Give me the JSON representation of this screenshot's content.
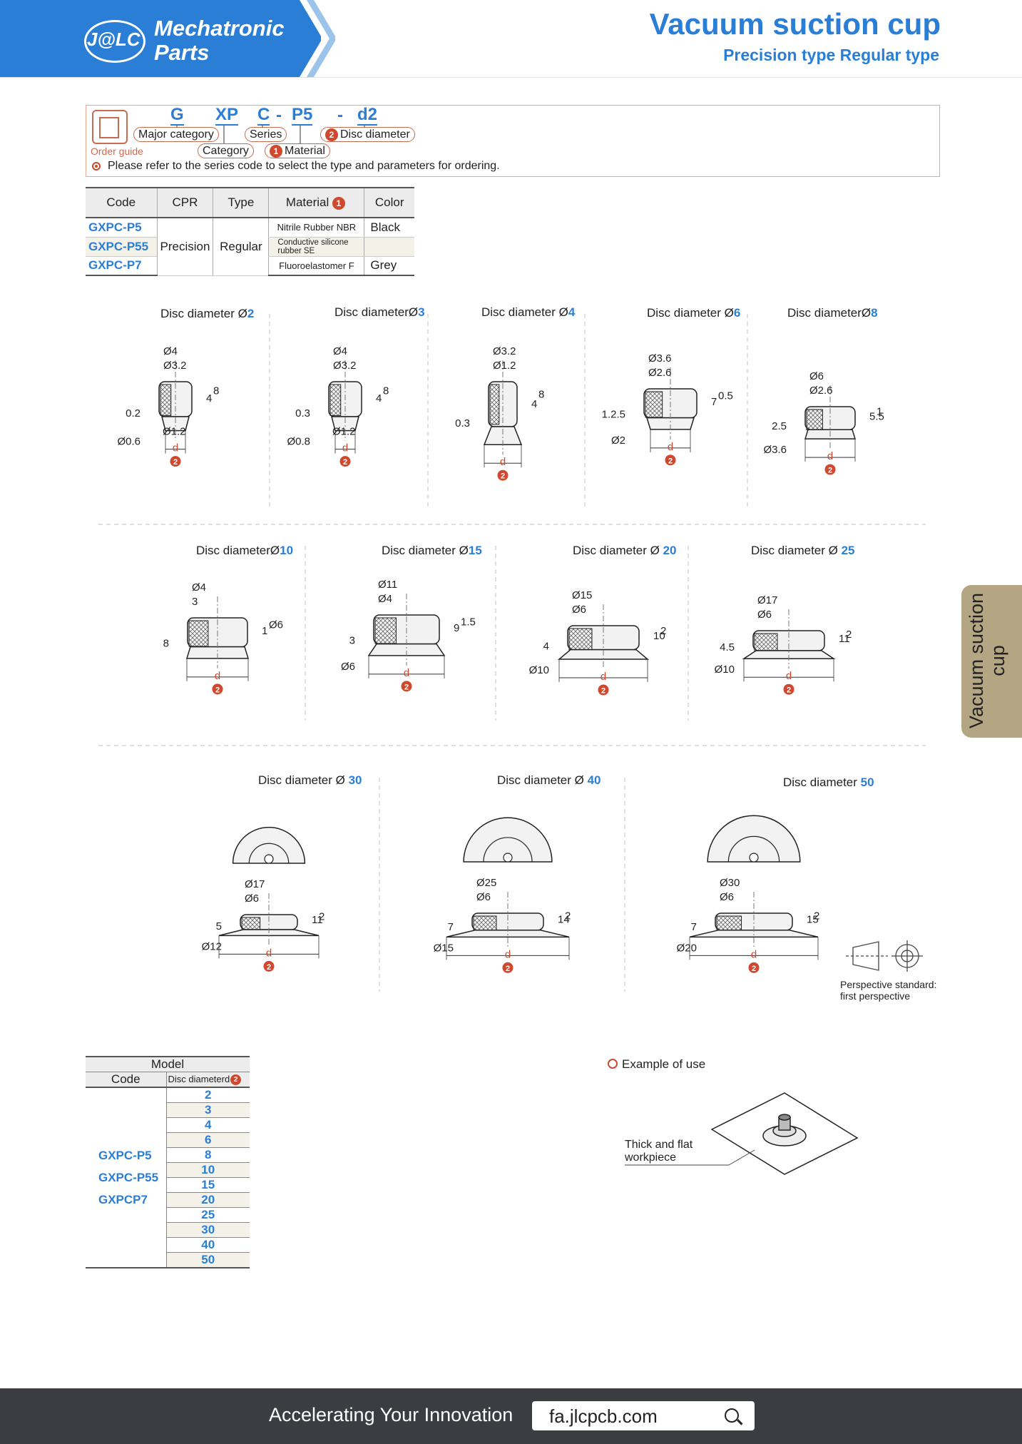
{
  "header": {
    "logo_text": "J@LC",
    "brand_line1": "Mechatronic",
    "brand_line2": "Parts",
    "title": "Vacuum suction cup",
    "subtitle": "Precision type Regular type"
  },
  "order_guide": {
    "label": "Order guide",
    "code_parts": [
      "G",
      "XP",
      "C",
      "-",
      "P5",
      "-",
      "d2"
    ],
    "major_category": "Major category",
    "series": "Series",
    "category": "Category",
    "material": "Material",
    "disc_diameter": "Disc diameter",
    "badge1": "1",
    "badge2": "2",
    "note": "Please refer to the series code to select the type and parameters for ordering."
  },
  "spec_table": {
    "headers": [
      "Code",
      "CPR",
      "Type",
      "Material",
      "Color"
    ],
    "codes": [
      "GXPC-P5",
      "GXPC-P55",
      "GXPC-P7"
    ],
    "cpr": "Precision",
    "type": "Regular",
    "materials": [
      "Nitrile Rubber NBR",
      "Conductive silicone rubber SE",
      "Fluoroelastomer F"
    ],
    "colors": [
      "Black",
      "",
      "Grey"
    ]
  },
  "drawings": {
    "label_text": "Disc diameter",
    "d_label": "d",
    "items": [
      {
        "size": "2",
        "dims": [
          "Ø4",
          "Ø3.2",
          "0.2",
          "4",
          "8",
          "Ø0.6",
          "Ø1.2"
        ]
      },
      {
        "size": "3",
        "dims": [
          "Ø4",
          "Ø3.2",
          "0.3",
          "4",
          "8",
          "Ø0.8",
          "Ø1.2"
        ]
      },
      {
        "size": "4",
        "dims": [
          "Ø3.2",
          "Ø1.2",
          "0.3",
          "4",
          "8"
        ]
      },
      {
        "size": "6",
        "dims": [
          "Ø3.6",
          "Ø2.6",
          "1.2.5",
          "7",
          "0.5",
          "Ø2"
        ]
      },
      {
        "size": "8",
        "dims": [
          "Ø6",
          "Ø2.6",
          "2.5",
          "5.5",
          "1",
          "Ø3.6"
        ]
      },
      {
        "size": "10",
        "dims": [
          "Ø4",
          "3",
          "8",
          "1",
          "Ø6"
        ]
      },
      {
        "size": "15",
        "dims": [
          "Ø11",
          "Ø4",
          "3",
          "9",
          "1.5",
          "Ø6"
        ]
      },
      {
        "size": "20",
        "dims": [
          "Ø15",
          "Ø6",
          "4",
          "10",
          "2",
          "Ø10"
        ]
      },
      {
        "size": "25",
        "dims": [
          "Ø17",
          "Ø6",
          "4.5",
          "11",
          "2",
          "Ø10"
        ]
      },
      {
        "size": "30",
        "dims": [
          "Ø17",
          "Ø6",
          "5",
          "11",
          "2",
          "Ø12"
        ]
      },
      {
        "size": "40",
        "dims": [
          "Ø25",
          "Ø6",
          "7",
          "14",
          "2",
          "Ø15"
        ]
      },
      {
        "size": "50",
        "dims": [
          "Ø30",
          "Ø6",
          "7",
          "15",
          "2",
          "Ø20"
        ]
      }
    ],
    "perspective_note_1": "Perspective standard:",
    "perspective_note_2": "first perspective"
  },
  "model_table": {
    "model_header": "Model",
    "code_header": "Code",
    "disc_header": "Disc diameterd",
    "codes": [
      "GXPC-P5",
      "GXPC-P55",
      "GXPCP7"
    ],
    "disc_values": [
      "2",
      "3",
      "4",
      "6",
      "8",
      "10",
      "15",
      "20",
      "25",
      "30",
      "40",
      "50"
    ]
  },
  "example": {
    "title": "Example of use",
    "label_line1": "Thick and flat",
    "label_line2": "workpiece"
  },
  "side_tab": {
    "text": "Vacuum suction cup"
  },
  "footer": {
    "slogan": "Accelerating Your Innovation",
    "url": "fa.jlcpcb.com",
    "search_icon": "search-icon"
  },
  "colors": {
    "brand_blue": "#2a7ed6",
    "accent_red": "#d0482d",
    "tab_tan": "#b4a683",
    "footer_dark": "#3b3d42"
  }
}
